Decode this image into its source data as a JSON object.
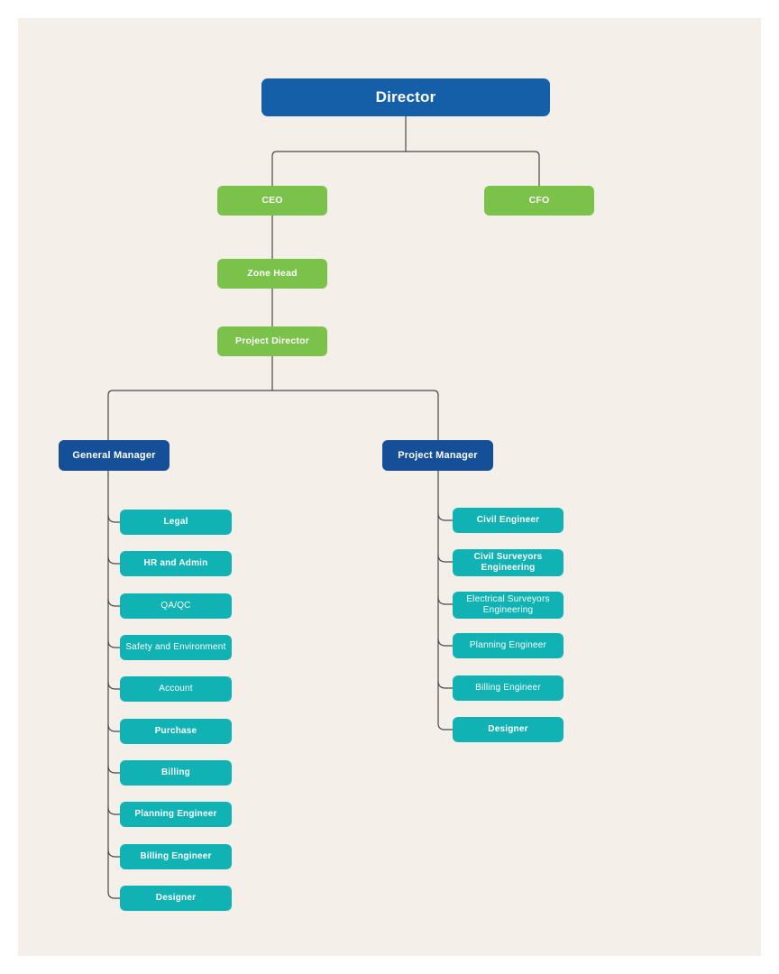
{
  "diagram": {
    "type": "org-chart",
    "nodes": {
      "director": {
        "label": "Director"
      },
      "ceo": {
        "label": "CEO"
      },
      "cfo": {
        "label": "CFO"
      },
      "zone_head": {
        "label": "Zone Head"
      },
      "project_director": {
        "label": "Project Director"
      },
      "general_manager": {
        "label": "General Manager"
      },
      "project_manager": {
        "label": "Project Manager"
      }
    },
    "general_manager_reports": [
      {
        "label": "Legal",
        "emphasis": "bold"
      },
      {
        "label": "HR and Admin",
        "emphasis": "bold"
      },
      {
        "label": "QA/QC",
        "emphasis": "regular"
      },
      {
        "label": "Safety and Environment",
        "emphasis": "regular"
      },
      {
        "label": "Account",
        "emphasis": "regular"
      },
      {
        "label": "Purchase",
        "emphasis": "bold"
      },
      {
        "label": "Billing",
        "emphasis": "bold"
      },
      {
        "label": "Planning Engineer",
        "emphasis": "bold"
      },
      {
        "label": "Billing Engineer",
        "emphasis": "bold"
      },
      {
        "label": "Designer",
        "emphasis": "bold"
      }
    ],
    "project_manager_reports": [
      {
        "label": "Civil Engineer",
        "emphasis": "bold"
      },
      {
        "label": "Civil Surveyors Engineering",
        "emphasis": "bold"
      },
      {
        "label": "Electrical Surveyors Engineering",
        "emphasis": "regular"
      },
      {
        "label": "Planning Engineer",
        "emphasis": "regular"
      },
      {
        "label": "Billing Engineer",
        "emphasis": "regular"
      },
      {
        "label": "Designer",
        "emphasis": "bold"
      }
    ],
    "colors": {
      "root_blue": "#155FA9",
      "manager_blue": "#154F98",
      "green": "#7BC24B",
      "teal": "#11B2B4",
      "connector": "#4A4A4A",
      "canvas_background": "#F4EFE9",
      "page_background": "#FFFFFF"
    }
  }
}
